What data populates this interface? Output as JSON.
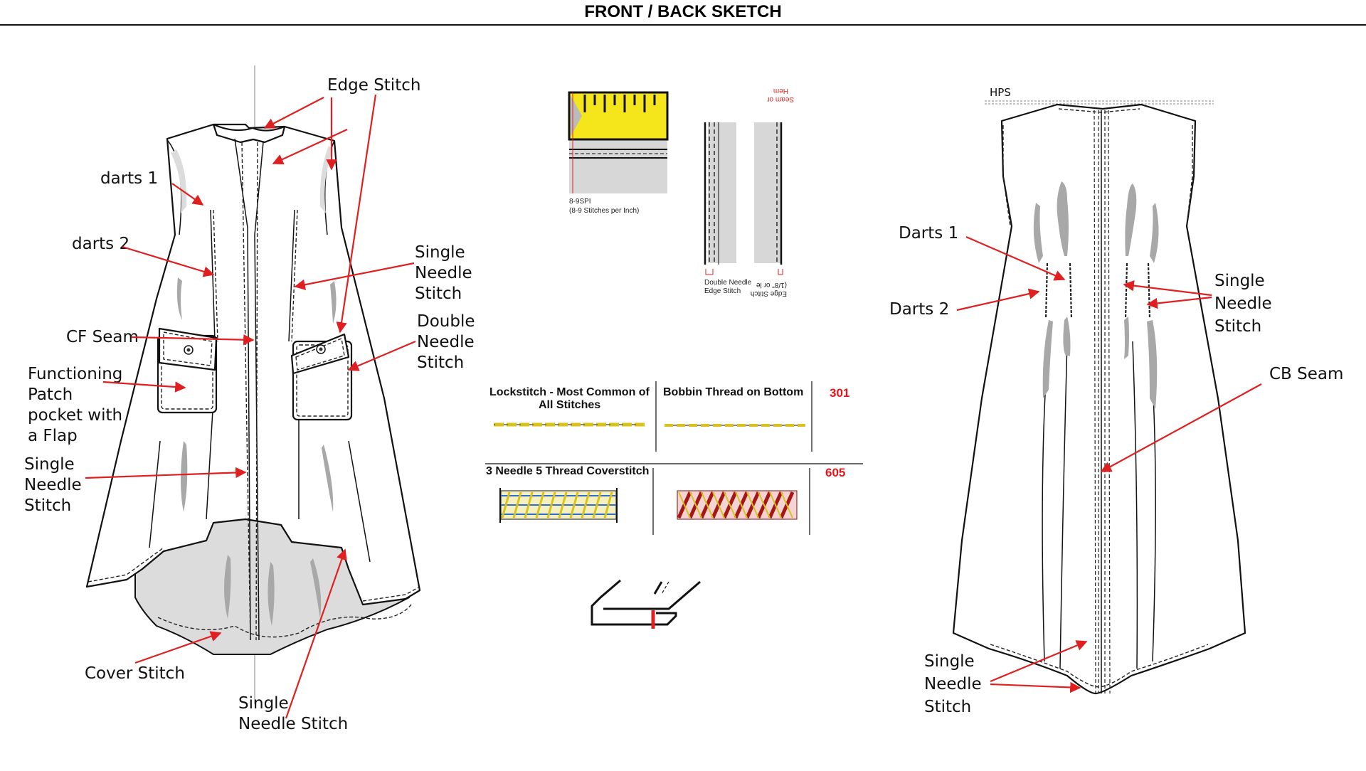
{
  "header": {
    "title": "FRONT / BACK SKETCH"
  },
  "front_labels": {
    "edge_stitch": "Edge Stitch",
    "darts_1": "darts 1",
    "darts_2": "darts 2",
    "single_needle_a": [
      "Single",
      "Needle",
      "Stitch"
    ],
    "cf_seam": "CF Seam",
    "double_needle": [
      "Double",
      "Needle",
      "Stitch"
    ],
    "patch_pocket": [
      "Functioning",
      "Patch",
      "pocket with",
      "a Flap"
    ],
    "single_needle_b": [
      "Single",
      "Needle",
      "Stitch"
    ],
    "cover_stitch": "Cover Stitch",
    "single_needle_c": [
      "Single",
      "Needle Stitch"
    ]
  },
  "back_labels": {
    "hps": "HPS",
    "darts_1": "Darts 1",
    "darts_2": "Darts 2",
    "single_needle_a": [
      "Single",
      "Needle",
      "Stitch"
    ],
    "cb_seam": "CB Seam",
    "single_needle_b": [
      "Single",
      "Needle",
      "Stitch"
    ]
  },
  "stitch_reference": {
    "spi_line1": "8-9SPI",
    "spi_line2": "(8-9 Stitches per Inch)",
    "double_needle_cap1": "Double Needle",
    "double_needle_cap2": "Edge Stitch",
    "edge_stitch_cap1": "Edge Stitch",
    "edge_stitch_cap2": "(1/8\" or le",
    "seam_hem_cap1": "Seam or",
    "seam_hem_cap2": "Hem"
  },
  "stitch_table": {
    "row1": {
      "col1": [
        "Lockstitch - Most Common of",
        "All Stitches"
      ],
      "col2": "Bobbin Thread on Bottom",
      "code": "301"
    },
    "row2": {
      "col1": "3 Needle 5 Thread Coverstitch",
      "code": "605"
    }
  },
  "colors": {
    "arrow": "#e02020",
    "code": "#e8161c",
    "ruler": "#f5e51b",
    "stitch_gold": "#d9c21a"
  }
}
